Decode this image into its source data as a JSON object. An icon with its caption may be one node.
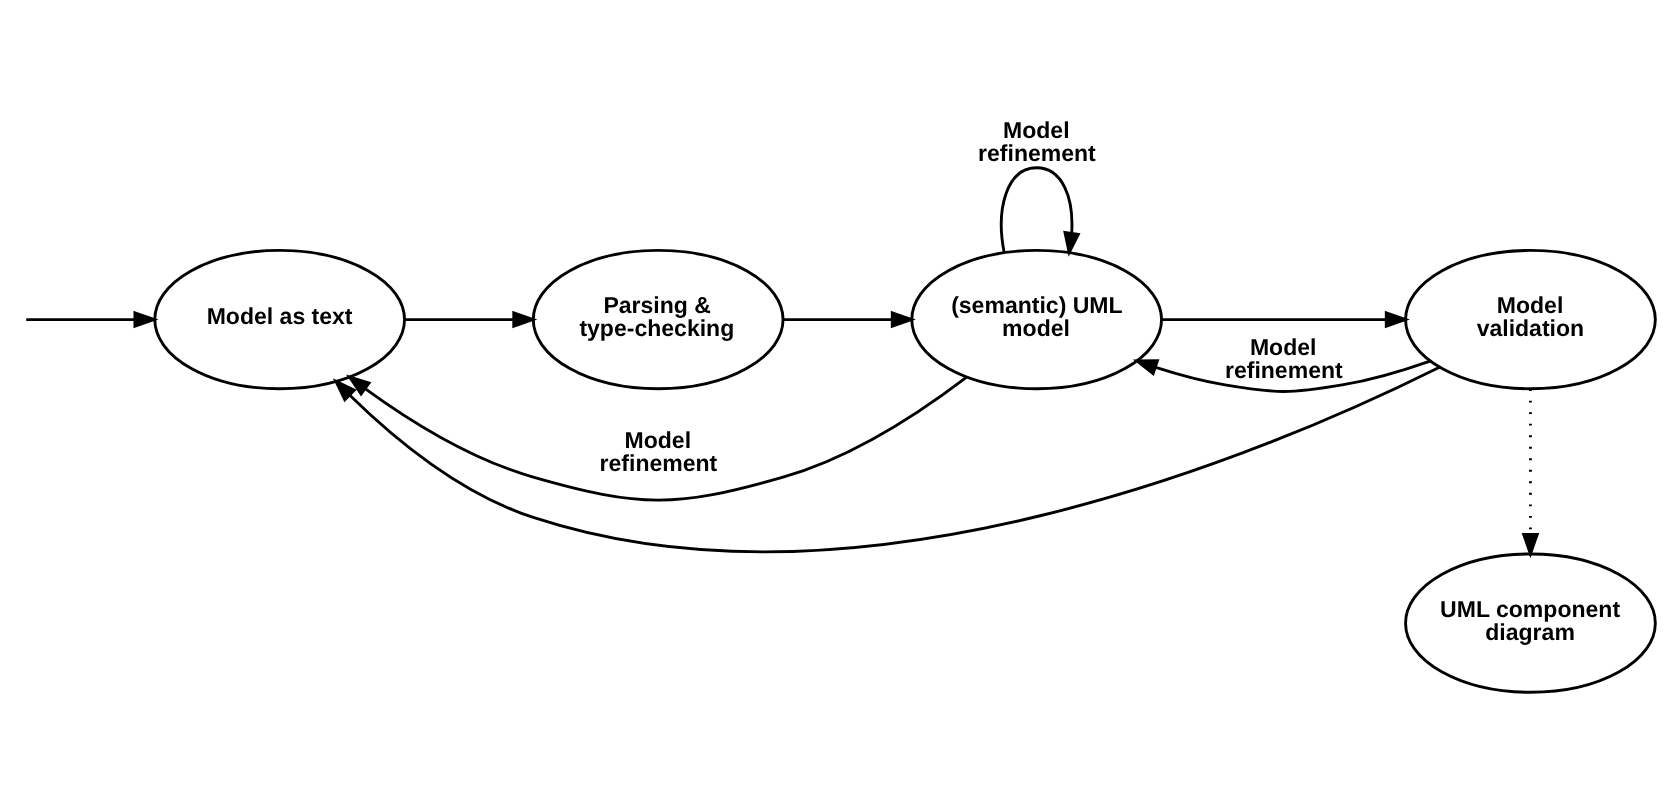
{
  "diagram": {
    "nodes": [
      {
        "text": [
          "Model as text"
        ]
      },
      {
        "text": [
          "Parsing & type-checking"
        ]
      },
      {
        "text": [
          "(semantic) UML model"
        ]
      },
      {
        "text": [
          "Model validation"
        ]
      },
      {
        "text": [
          "UML component diagram"
        ]
      }
    ],
    "edges": [
      {
        "from": null,
        "to": 0,
        "arrow": "to"
      },
      {
        "from": 0,
        "to": 1,
        "arrow": "to"
      },
      {
        "from": 1,
        "to": 2,
        "arrow": "to"
      },
      {
        "from": 2,
        "to": 3,
        "arrow": "to"
      },
      {
        "from": 3,
        "to": 4,
        "arrow": "to",
        "style": "dashed"
      },
      {
        "from": 3,
        "to": 0,
        "arrow": "to"
      },
      {
        "from": 3,
        "to": 2,
        "arrow": "to",
        "label": "Model refinement"
      },
      {
        "from": 2,
        "to": 0,
        "arrow": "to",
        "label": "Model refinement"
      },
      {
        "from": 2,
        "to": 2,
        "arrow": "to",
        "label": "Model refinement"
      }
    ]
  }
}
